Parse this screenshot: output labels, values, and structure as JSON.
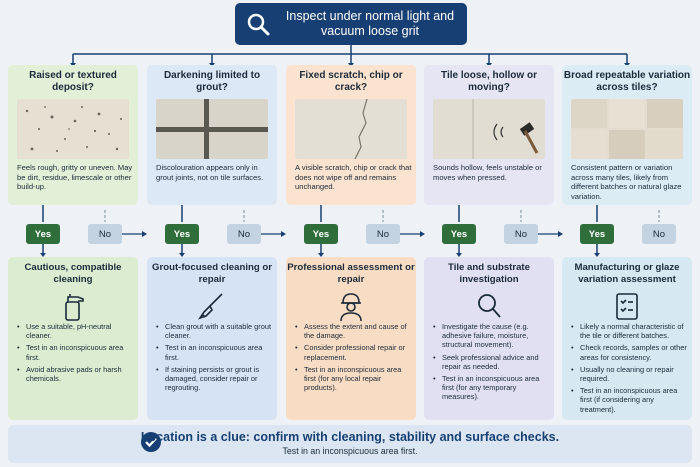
{
  "header": {
    "title": "Inspect under normal light and vacuum loose grit"
  },
  "columns": [
    {
      "question": "Raised or textured deposit?",
      "description": "Feels rough, gritty or uneven. May be dirt, residue, limescale or other build-up.",
      "yes": "Yes",
      "no": "No",
      "action_title": "Cautious, compatible cleaning",
      "action_items": [
        "Use a suitable, pH-neutral cleaner.",
        "Test in an inconspicuous area first.",
        "Avoid abrasive pads or harsh chemicals."
      ],
      "icon": "spray-bottle-icon",
      "color_q": "#e3f0d8",
      "color_a": "#dcecd0"
    },
    {
      "question": "Darkening limited to grout?",
      "description": "Discolouration appears only in grout joints, not on tile surfaces.",
      "yes": "Yes",
      "no": "No",
      "action_title": "Grout-focused cleaning or repair",
      "action_items": [
        "Clean grout with a suitable grout cleaner.",
        "Test in an inconspicuous area first.",
        "If staining persists or grout is damaged, consider repair or regrouting."
      ],
      "icon": "grout-brush-icon",
      "color_q": "#dde8f6",
      "color_a": "#d6e3f4"
    },
    {
      "question": "Fixed scratch, chip or crack?",
      "description": "A visible scratch, chip or crack that does not wipe off and remains unchanged.",
      "yes": "Yes",
      "no": "No",
      "action_title": "Professional assessment or repair",
      "action_items": [
        "Assess the extent and cause of the damage.",
        "Consider professional repair or replacement.",
        "Test in an inconspicuous area first (for any local repair products)."
      ],
      "icon": "worker-icon",
      "color_q": "#fbe3cf",
      "color_a": "#f9dcc4"
    },
    {
      "question": "Tile loose, hollow or moving?",
      "description": "Sounds hollow, feels unstable or moves when pressed.",
      "yes": "Yes",
      "no": "No",
      "action_title": "Tile and substrate investigation",
      "action_items": [
        "Investigate the cause (e.g. adhesive failure, moisture, structural movement).",
        "Seek professional advice and repair as needed.",
        "Test in an inconspicuous area first (for any temporary measures)."
      ],
      "icon": "magnifier-icon",
      "color_q": "#e6e5f4",
      "color_a": "#e0e0f2"
    },
    {
      "question": "Broad repeatable variation across tiles?",
      "description": "Consistent pattern or variation across many tiles, likely from different batches or natural glaze variation.",
      "yes": "Yes",
      "no": "No",
      "action_title": "Manufacturing or glaze variation assessment",
      "action_items": [
        "Likely a normal characteristic of the tile or different batches.",
        "Check records, samples or other areas for consistency.",
        "Usually no cleaning or repair required.",
        "Test in an inconspicuous area first (if considering any treatment)."
      ],
      "icon": "checklist-icon",
      "color_q": "#dcecf4",
      "color_a": "#d6e8f2"
    }
  ],
  "footer": {
    "title": "Location is a clue: confirm with cleaning, stability and surface checks.",
    "subtitle": "Test in an inconspicuous area first."
  }
}
